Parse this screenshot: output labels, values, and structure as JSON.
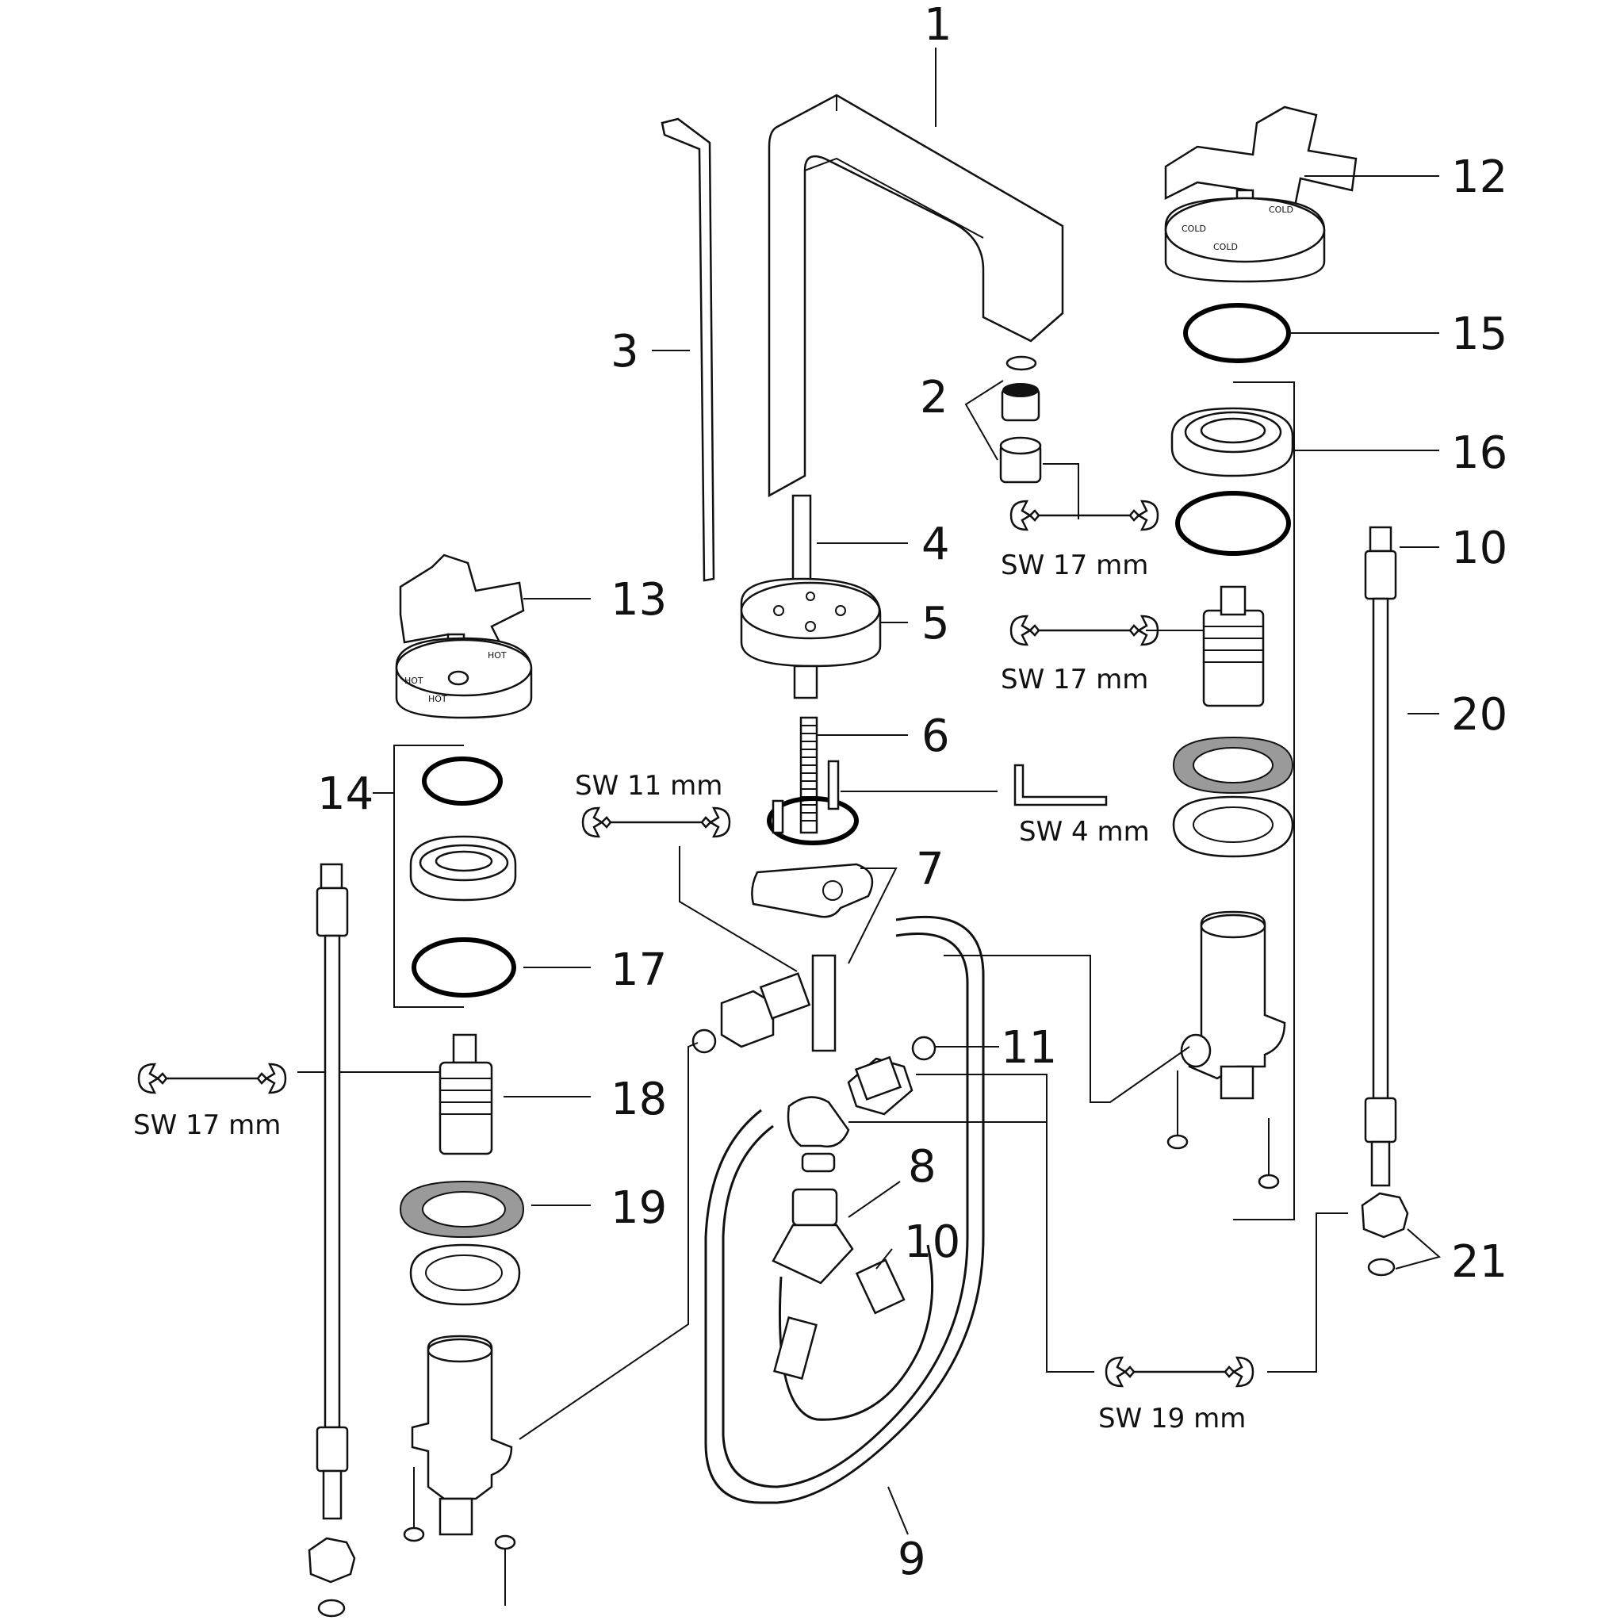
{
  "callouts": {
    "n1": "1",
    "n2": "2",
    "n3": "3",
    "n4": "4",
    "n5": "5",
    "n6": "6",
    "n7": "7",
    "n8": "8",
    "n9": "9",
    "n10a": "10",
    "n10b": "10",
    "n11": "11",
    "n12": "12",
    "n13": "13",
    "n14": "14",
    "n15": "15",
    "n16": "16",
    "n17": "17",
    "n18": "18",
    "n19": "19",
    "n20": "20",
    "n21": "21"
  },
  "tools": {
    "sw17_top": "SW 17 mm",
    "sw17_mid": "SW 17 mm",
    "sw11": "SW 11 mm",
    "sw4": "SW 4 mm",
    "sw17_left": "SW 17 mm",
    "sw19": "SW 19 mm"
  },
  "engravings": {
    "cold": "COLD",
    "hot": "HOT"
  },
  "icons": [
    "open-end-wrench-icon",
    "hex-key-icon"
  ]
}
